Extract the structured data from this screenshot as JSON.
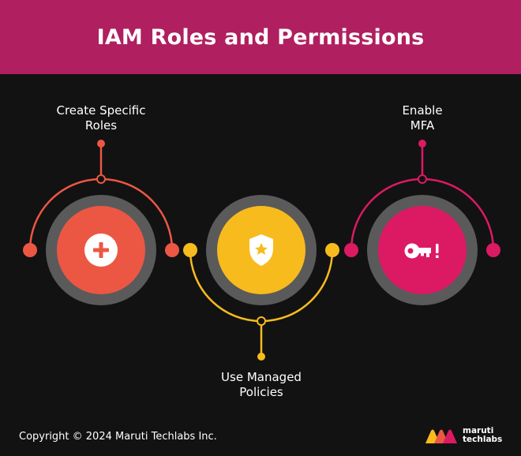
{
  "header": {
    "title": "IAM Roles and Permissions"
  },
  "items": [
    {
      "label_line1": "Create Specific",
      "label_line2": "Roles",
      "icon": "plus-icon",
      "color": "#ec5744"
    },
    {
      "label_line1": "Use Managed",
      "label_line2": "Policies",
      "icon": "shield-star-icon",
      "color": "#f8bb1d"
    },
    {
      "label_line1": "Enable",
      "label_line2": "MFA",
      "icon": "key-alert-icon",
      "color": "#dc1a63"
    }
  ],
  "colors": {
    "ring": "#5a5a5a",
    "background": "#121212",
    "header": "#b01f5f"
  },
  "footer": {
    "copyright": "Copyright © 2024 Maruti Techlabs Inc.",
    "logo_line1": "maruti",
    "logo_line2": "techlabs"
  }
}
